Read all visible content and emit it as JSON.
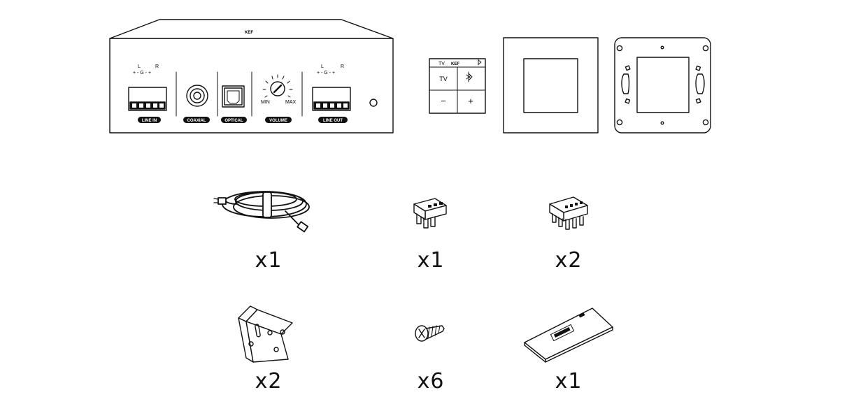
{
  "amplifier": {
    "brand": "KEF",
    "line_in": {
      "label": "LINE IN",
      "left": "L",
      "right": "R",
      "polarity": "+ - G - +"
    },
    "coaxial": {
      "label": "COAXIAL"
    },
    "optical": {
      "label": "OPTICAL"
    },
    "volume": {
      "label": "VOLUME",
      "min": "MIN",
      "max": "MAX"
    },
    "line_out": {
      "label": "LINE OUT",
      "left": "L",
      "right": "R",
      "polarity": "+ - G - +"
    }
  },
  "keypad": {
    "top_left": "TV",
    "top_center": "KEF",
    "tv_button": "TV",
    "minus_button": "−",
    "plus_button": "+"
  },
  "accessories": [
    {
      "id": "power-cord",
      "quantity": "x1"
    },
    {
      "id": "connector-3pin",
      "quantity": "x1"
    },
    {
      "id": "connector-5pin",
      "quantity": "x2"
    },
    {
      "id": "mounting-bracket",
      "quantity": "x2"
    },
    {
      "id": "screw",
      "quantity": "x6"
    },
    {
      "id": "manual",
      "quantity": "x1"
    }
  ],
  "colors": {
    "line": "#111111",
    "background": "#ffffff"
  }
}
